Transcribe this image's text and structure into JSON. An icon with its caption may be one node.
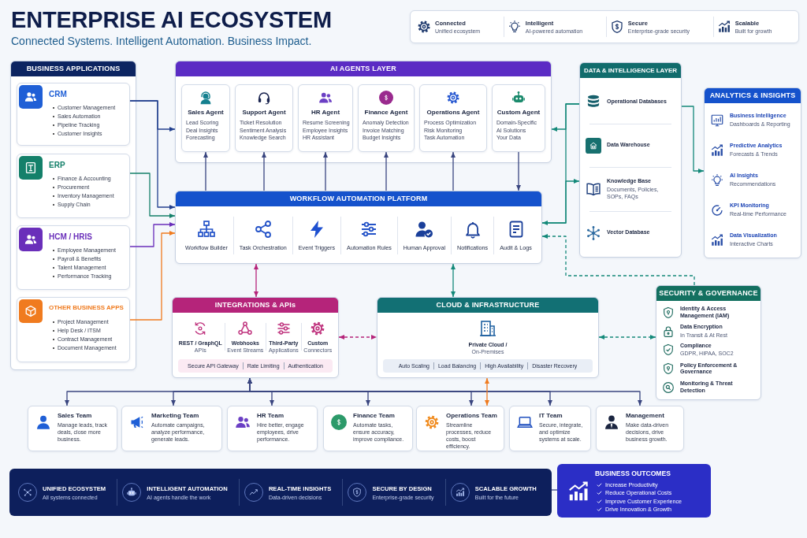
{
  "diagram": {
    "title": "ENTERPRISE AI ECOSYSTEM",
    "nodes": [
      {
        "text": [
          "Connected",
          "Unified ecosystem",
          "Intelligent",
          "AI-powered automation",
          "Secure",
          "Enterprise-grade security",
          "Scalable",
          "Built for growth"
        ]
      },
      {
        "text": [
          "BUSINESS APPLICATIONS"
        ]
      },
      {
        "text": [
          "CRM",
          "Customer Management",
          "Sales Automation",
          "Pipeline Tracking",
          "Customer Insights"
        ],
        "in": 1
      },
      {
        "text": [
          "ERP",
          "Finance & Accounting",
          "Procurement",
          "Inventory Management",
          "Supply Chain"
        ],
        "in": 1
      },
      {
        "text": [
          "HCM / HRIS",
          "Employee Management",
          "Payroll & Benefits",
          "Talent Management",
          "Performance Tracking"
        ],
        "in": 1
      },
      {
        "text": [
          "OTHER BUSINESS APPS",
          "Project Management",
          "Help Desk / ITSM",
          "Contract Management",
          "Document Management"
        ],
        "in": 1
      },
      {
        "text": [
          "AI AGENTS LAYER"
        ]
      },
      {
        "text": [
          "Sales Agent",
          "Lead Scoring",
          "Deal Insights",
          "Forecasting"
        ],
        "in": 6
      },
      {
        "text": [
          "Support Agent",
          "Ticket Resolution",
          "Sentiment Analysis",
          "Knowledge Search"
        ],
        "in": 6
      },
      {
        "text": [
          "HR Agent",
          "Resume Screening",
          "Employee Insights",
          "HR Assistant"
        ],
        "in": 6
      },
      {
        "text": [
          "Finance Agent",
          "Anomaly Detection",
          "Invoice Matching",
          "Budget Insights"
        ],
        "in": 6
      },
      {
        "text": [
          "Operations Agent",
          "Process Optimization",
          "Risk Monitoring",
          "Task Automation"
        ],
        "in": 6
      },
      {
        "text": [
          "Custom Agent",
          "Domain-Specific",
          "AI Solutions",
          "Your Data"
        ],
        "in": 6
      },
      {
        "text": [
          "DATA & INTELLIGENCE LAYER",
          "Operational Databases",
          "Data Warehouse",
          "Knowledge Base",
          "Documents, Policies, SOPs, FAQs",
          "Vector Database"
        ]
      },
      {
        "text": [
          "ANALYTICS & INSIGHTS",
          "Business Intelligence",
          "Dashboards & Reporting",
          "Predictive Analytics",
          "Forecasts & Trends",
          "AI Insights",
          "Recommendations",
          "KPI Monitoring",
          "Real-time Performance",
          "Data Visualization",
          "Interactive Charts"
        ]
      },
      {
        "text": [
          "WORKFLOW AUTOMATION PLATFORM",
          "Workflow Builder",
          "Task Orchestration",
          "Event Triggers",
          "Automation Rules",
          "Human Approval",
          "Notifications",
          "Audit & Logs"
        ]
      },
      {
        "text": [
          "INTEGRATIONS & APIs",
          "REST / GraphQL",
          "APIs",
          "Webhooks",
          "Event Streams",
          "Third-Party",
          "Applications",
          "Custom",
          "Connectors",
          "Secure API Gateway",
          "Rate Limiting",
          "Authentication"
        ]
      },
      {
        "text": [
          "CLOUD & INFRASTRUCTURE",
          "Private Cloud /",
          "On-Premises",
          "Auto Scaling",
          "Load Balancing",
          "High Availability",
          "Disaster Recovery"
        ]
      },
      {
        "text": [
          "SECURITY & GOVERNANCE",
          "Identity & Access Management (IAM)",
          "Data Encryption",
          "In Transit & At Rest",
          "Compliance",
          "GDPR, HIPAA, SOC2",
          "Policy Enforcement & Governance",
          "Monitoring & Threat Detection"
        ]
      },
      {
        "text": [
          "Sales Team",
          "Manage leads, track deals, close more business."
        ]
      },
      {
        "text": [
          "Marketing Team",
          "Automate campaigns, analyze performance, generate leads."
        ]
      },
      {
        "text": [
          "HR Team",
          "Hire better, engage employees, drive performance."
        ]
      },
      {
        "text": [
          "Finance Team",
          "Automate tasks, ensure accuracy, improve compliance."
        ]
      },
      {
        "text": [
          "Operations Team",
          "Streamline processes, reduce costs, boost efficiency."
        ]
      },
      {
        "text": [
          "IT Team",
          "Secure, integrate, and optimize systems at scale."
        ]
      },
      {
        "text": [
          "Management",
          "Make data-driven decisions, drive business growth."
        ]
      },
      {
        "text": [
          "UNIFIED ECOSYSTEM",
          "All systems connected",
          "INTELLIGENT AUTOMATION",
          "AI agents handle the work",
          "REAL-TIME INSIGHTS",
          "Data-driven decisions",
          "SECURE BY DESIGN",
          "Enterprise-grade security",
          "SCALABLE GROWTH",
          "Built for the future"
        ]
      },
      {
        "text": [
          "BUSINESS OUTCOMES",
          "Increase Productivity",
          "Reduce Operational Costs",
          "Improve Customer Experience",
          "Drive Innovation & Growth"
        ]
      }
    ],
    "edges": [
      {
        "from": 2,
        "to": 6,
        "arrow": "to",
        "color": "#23408e"
      },
      {
        "from": 2,
        "to": 15,
        "arrow": "to",
        "color": "#23408e"
      },
      {
        "from": 3,
        "to": 15,
        "arrow": "to",
        "color": "#14806a"
      },
      {
        "from": 4,
        "to": 15,
        "arrow": "to",
        "color": "#6a2fba"
      },
      {
        "from": 5,
        "to": 15,
        "arrow": "to",
        "color": "#f07b1f"
      },
      {
        "from": 15,
        "to": 7,
        "arrow": "to"
      },
      {
        "from": 15,
        "to": 8,
        "arrow": "to"
      },
      {
        "from": 15,
        "to": 9,
        "arrow": "to"
      },
      {
        "from": 15,
        "to": 10,
        "arrow": "to"
      },
      {
        "from": 15,
        "to": 11,
        "arrow": "to"
      },
      {
        "from": 12,
        "to": 15,
        "arrow": "to"
      },
      {
        "from": 13,
        "to": 6,
        "arrow": "to",
        "color": "#14897a"
      },
      {
        "from": 13,
        "to": 15,
        "arrow": "to",
        "color": "#14897a"
      },
      {
        "from": 15,
        "to": 13,
        "arrow": "to",
        "color": "#14897a"
      },
      {
        "from": 18,
        "to": 15,
        "arrow": "to",
        "style": "dashed",
        "color": "#14897a"
      },
      {
        "from": 13,
        "to": 14,
        "arrow": "to",
        "color": "#14897a"
      },
      {
        "from": 15,
        "to": 16,
        "arrow": "both",
        "color": "#b5247a"
      },
      {
        "from": 15,
        "to": 17,
        "arrow": "both",
        "color": "#14897a"
      },
      {
        "from": 16,
        "to": 17,
        "arrow": "both",
        "style": "dashed",
        "color": "#b5247a"
      },
      {
        "from": 17,
        "to": 18,
        "arrow": "both",
        "style": "dashed",
        "color": "#14897a"
      },
      {
        "from": 16,
        "to": 19,
        "arrow": "both"
      },
      {
        "from": 16,
        "to": 20,
        "arrow": "both"
      },
      {
        "from": 16,
        "to": 21,
        "arrow": "both"
      },
      {
        "from": 16,
        "to": 22,
        "arrow": "both"
      },
      {
        "from": 16,
        "to": 23,
        "arrow": "both"
      },
      {
        "from": 16,
        "to": 24,
        "arrow": "both"
      },
      {
        "from": 16,
        "to": 25,
        "arrow": "both"
      },
      {
        "from": 17,
        "to": 23,
        "arrow": "both",
        "color": "#f07b1f"
      },
      {
        "from": 26,
        "to": 27,
        "arrow": "none"
      }
    ],
    "labels": [
      "Connected Systems. Intelligent Automation. Business Impact."
    ]
  }
}
